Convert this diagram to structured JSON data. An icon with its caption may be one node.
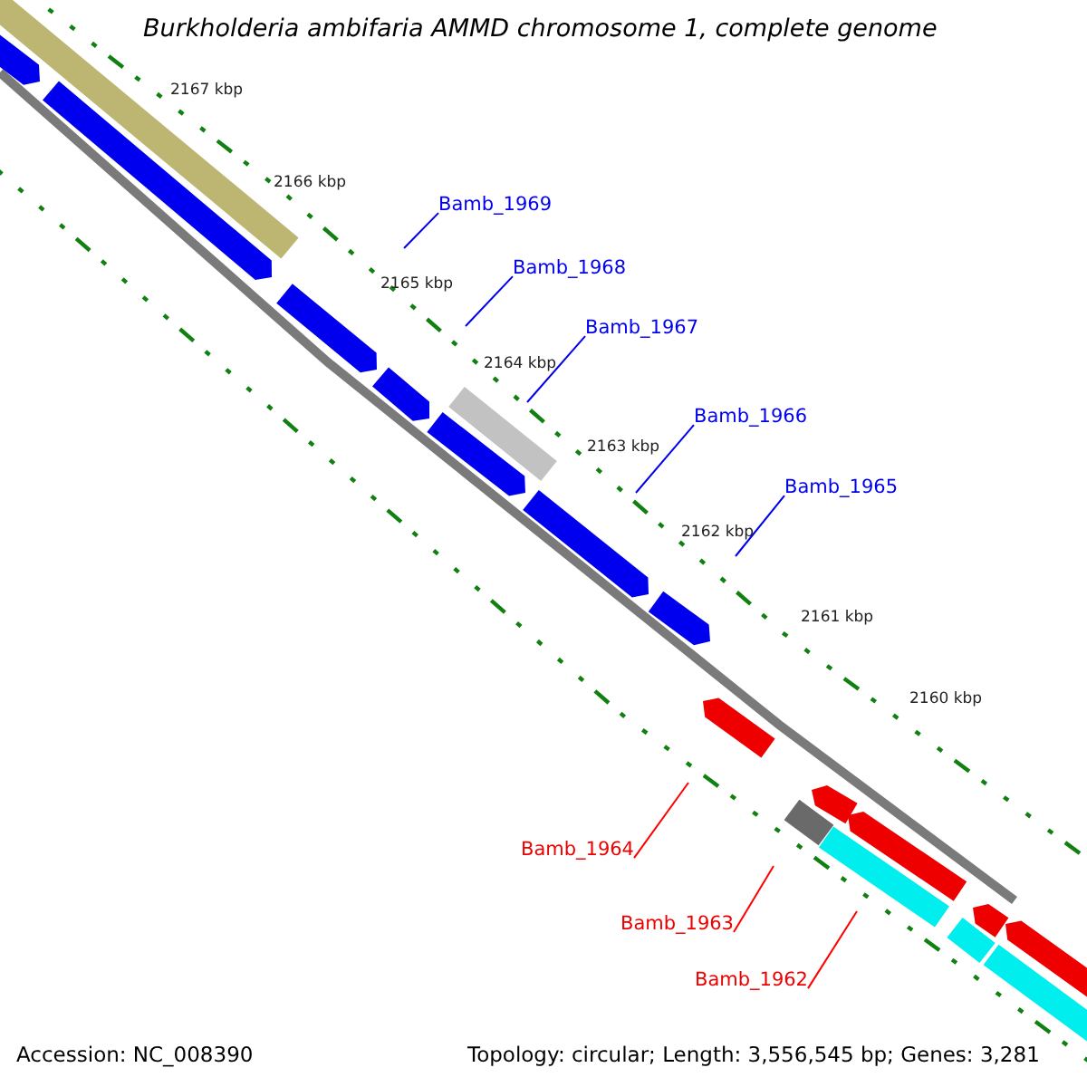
{
  "diagram": {
    "title": "Burkholderia ambifaria AMMD chromosome 1, complete genome",
    "nodes": [
      {
        "text": [
          "Bamb_1969"
        ]
      },
      {
        "text": [
          "Bamb_1968"
        ]
      },
      {
        "text": [
          "Bamb_1967"
        ]
      },
      {
        "text": [
          "Bamb_1966"
        ]
      },
      {
        "text": [
          "Bamb_1965"
        ]
      },
      {
        "text": [
          "Bamb_1964"
        ]
      },
      {
        "text": [
          "Bamb_1963"
        ]
      },
      {
        "text": [
          "Bamb_1962"
        ]
      }
    ],
    "edges": [
      {
        "from": 0,
        "to": null,
        "arrow": "none"
      },
      {
        "from": 1,
        "to": null,
        "arrow": "none"
      },
      {
        "from": 2,
        "to": null,
        "arrow": "none"
      },
      {
        "from": 3,
        "to": null,
        "arrow": "none"
      },
      {
        "from": 4,
        "to": null,
        "arrow": "none"
      },
      {
        "from": 5,
        "to": null,
        "arrow": "none",
        "color": "#ff0000"
      },
      {
        "from": 6,
        "to": null,
        "arrow": "none",
        "color": "#ff0000"
      },
      {
        "from": 7,
        "to": null,
        "arrow": "none",
        "color": "#ff0000"
      }
    ],
    "labels": [
      "2167 kbp",
      "2166 kbp",
      "2165 kbp",
      "2164 kbp",
      "2163 kbp",
      "2162 kbp",
      "2161 kbp",
      "2160 kbp",
      "Accession: NC_008390",
      "Topology: circular; Length: 3,556,545 bp; Genes: 3,281"
    ]
  }
}
